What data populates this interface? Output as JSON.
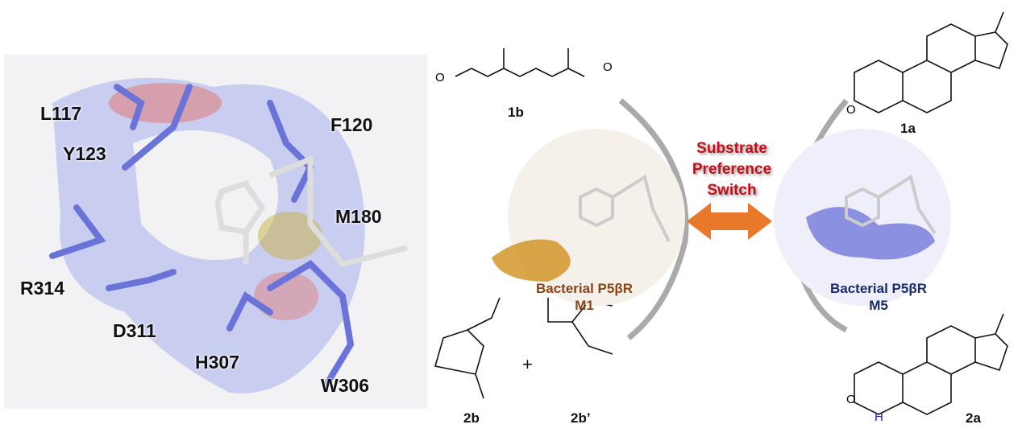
{
  "residues": [
    "L117",
    "Y123",
    "F120",
    "M180",
    "R314",
    "D311",
    "H307",
    "W306"
  ],
  "compounds": {
    "c1b": "1b",
    "c1a": "1a",
    "c2b": "2b",
    "c2bp": "2b’",
    "c2a": "2a",
    "plus": "+"
  },
  "switch": {
    "line1": "Substrate",
    "line2": "Preference",
    "line3": "Switch"
  },
  "enzymes": {
    "m1_name": "Bacterial P5βR",
    "m1_variant": "M1",
    "m5_name": "Bacterial P5βR",
    "m5_variant": "M5"
  },
  "atoms": {
    "O": "O",
    "H": "H"
  },
  "colors": {
    "m1": "#8b4513",
    "m5": "#1a2a6c",
    "switch": "#c0101a",
    "arrow": "#e8782a",
    "hydride": "#1a1aff"
  }
}
